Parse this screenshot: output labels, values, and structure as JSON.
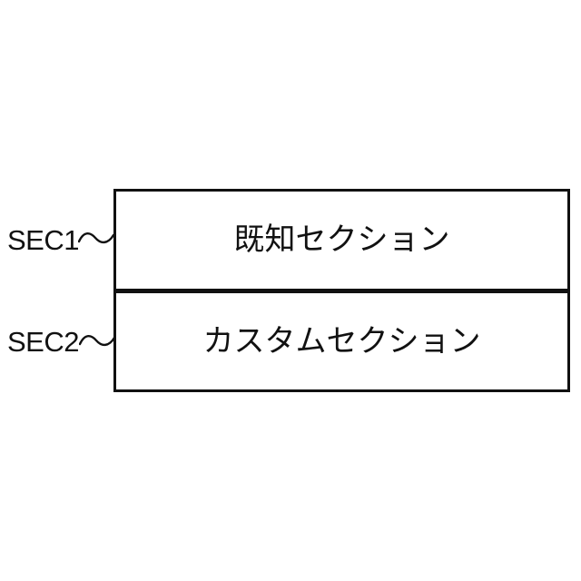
{
  "figure": {
    "background_color": "#ffffff",
    "line_color": "#111111",
    "text_color": "#111111",
    "reference_labels": [
      {
        "id": "sec1",
        "text": "SEC1"
      },
      {
        "id": "sec2",
        "text": "SEC2"
      }
    ],
    "sections": [
      {
        "ref": "SEC1",
        "title": "既知セクション"
      },
      {
        "ref": "SEC2",
        "title": "カスタムセクション"
      }
    ]
  }
}
